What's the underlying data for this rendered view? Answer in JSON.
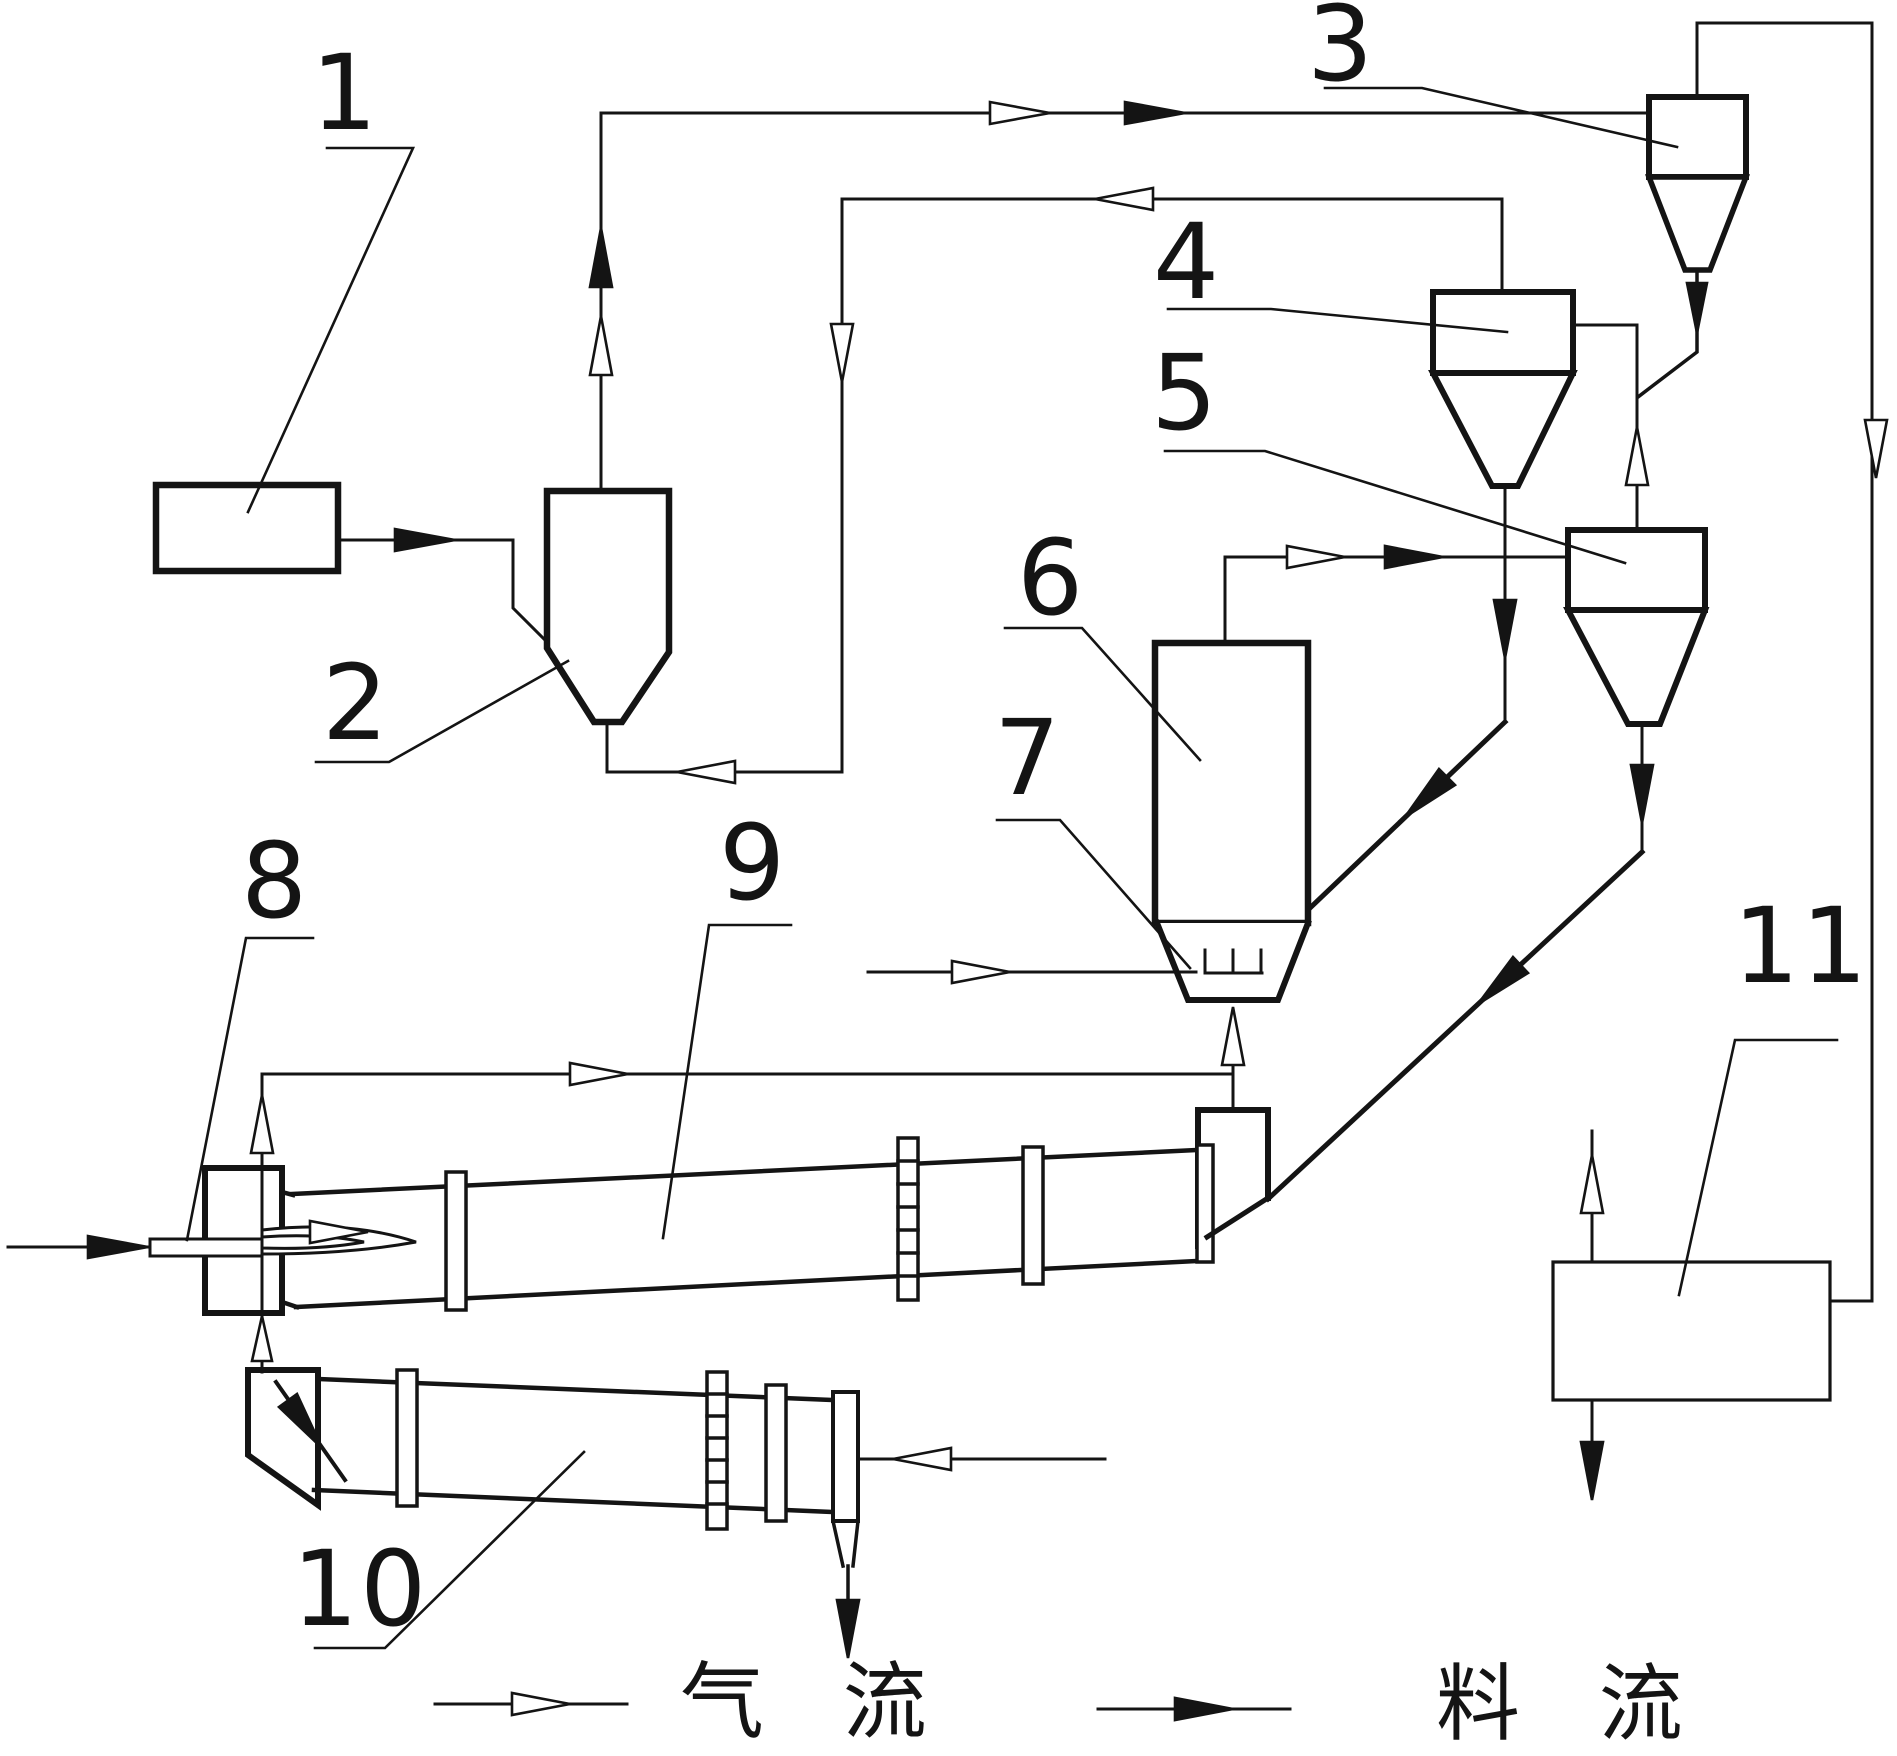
{
  "diagram": {
    "kind": "patent-process-flow-diagram",
    "subject": "cement clinker preheater / rotary kiln / cooler flowsheet",
    "ink_color": "#141414",
    "background_color": "#ffffff"
  },
  "labels": [
    {
      "id": "1",
      "text": "1"
    },
    {
      "id": "2",
      "text": "2"
    },
    {
      "id": "3",
      "text": "3"
    },
    {
      "id": "4",
      "text": "4"
    },
    {
      "id": "5",
      "text": "5"
    },
    {
      "id": "6",
      "text": "6"
    },
    {
      "id": "7",
      "text": "7"
    },
    {
      "id": "8",
      "text": "8"
    },
    {
      "id": "9",
      "text": "9"
    },
    {
      "id": "10",
      "text": "10"
    },
    {
      "id": "11",
      "text": "11"
    }
  ],
  "legend": {
    "gas": {
      "symbol": "open-arrow",
      "label": "气 流"
    },
    "material": {
      "symbol": "solid-arrow",
      "label": "料 流"
    }
  }
}
